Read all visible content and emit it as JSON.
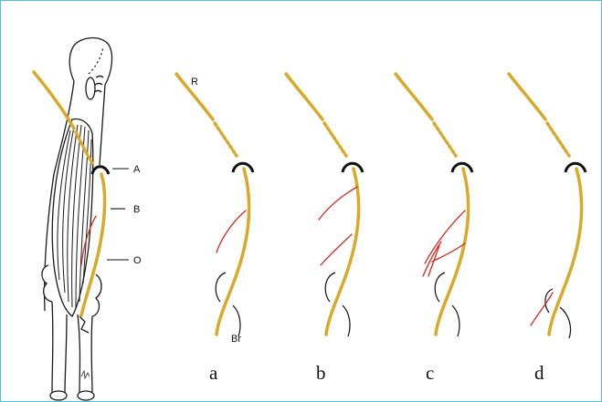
{
  "colors": {
    "frame_border": "#4fc3d9",
    "nerve": "#d9a929",
    "branch": "#d62a1e",
    "outline": "#1a1a1a",
    "background": "#ffffff"
  },
  "anatomy_labels": {
    "a": "A",
    "b": "B",
    "o": "O"
  },
  "nerve_labels": {
    "r": "R",
    "br": "Br"
  },
  "panel_labels": [
    "a",
    "b",
    "c",
    "d"
  ]
}
